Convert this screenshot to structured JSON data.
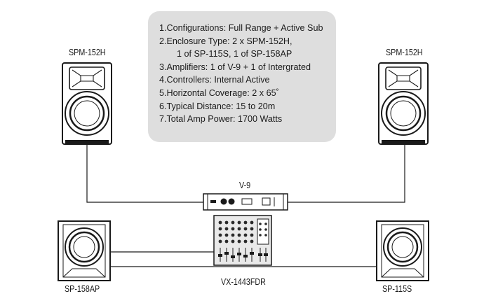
{
  "specs": {
    "line1": "1.Configurations: Full Range + Active Sub",
    "line2": "2.Enclosure Type: 2 x SPM-152H,",
    "line2b": "1 of SP-115S, 1 of SP-158AP",
    "line3": "3.Amplifiers: 1 of V-9 + 1 of Intergrated",
    "line4": "4.Controllers: Internal Active",
    "line5": "5.Horizontal Coverage: 2 x 65˚",
    "line6": "6.Typical Distance: 15 to 20m",
    "line7": "7.Total Amp Power: 1700 Watts"
  },
  "devices": {
    "speaker_top_left": "SPM-152H",
    "speaker_top_right": "SPM-152H",
    "amplifier": "V-9",
    "sub_left": "SP-158AP",
    "sub_right": "SP-115S",
    "mixer": "VX-1443FDR"
  }
}
